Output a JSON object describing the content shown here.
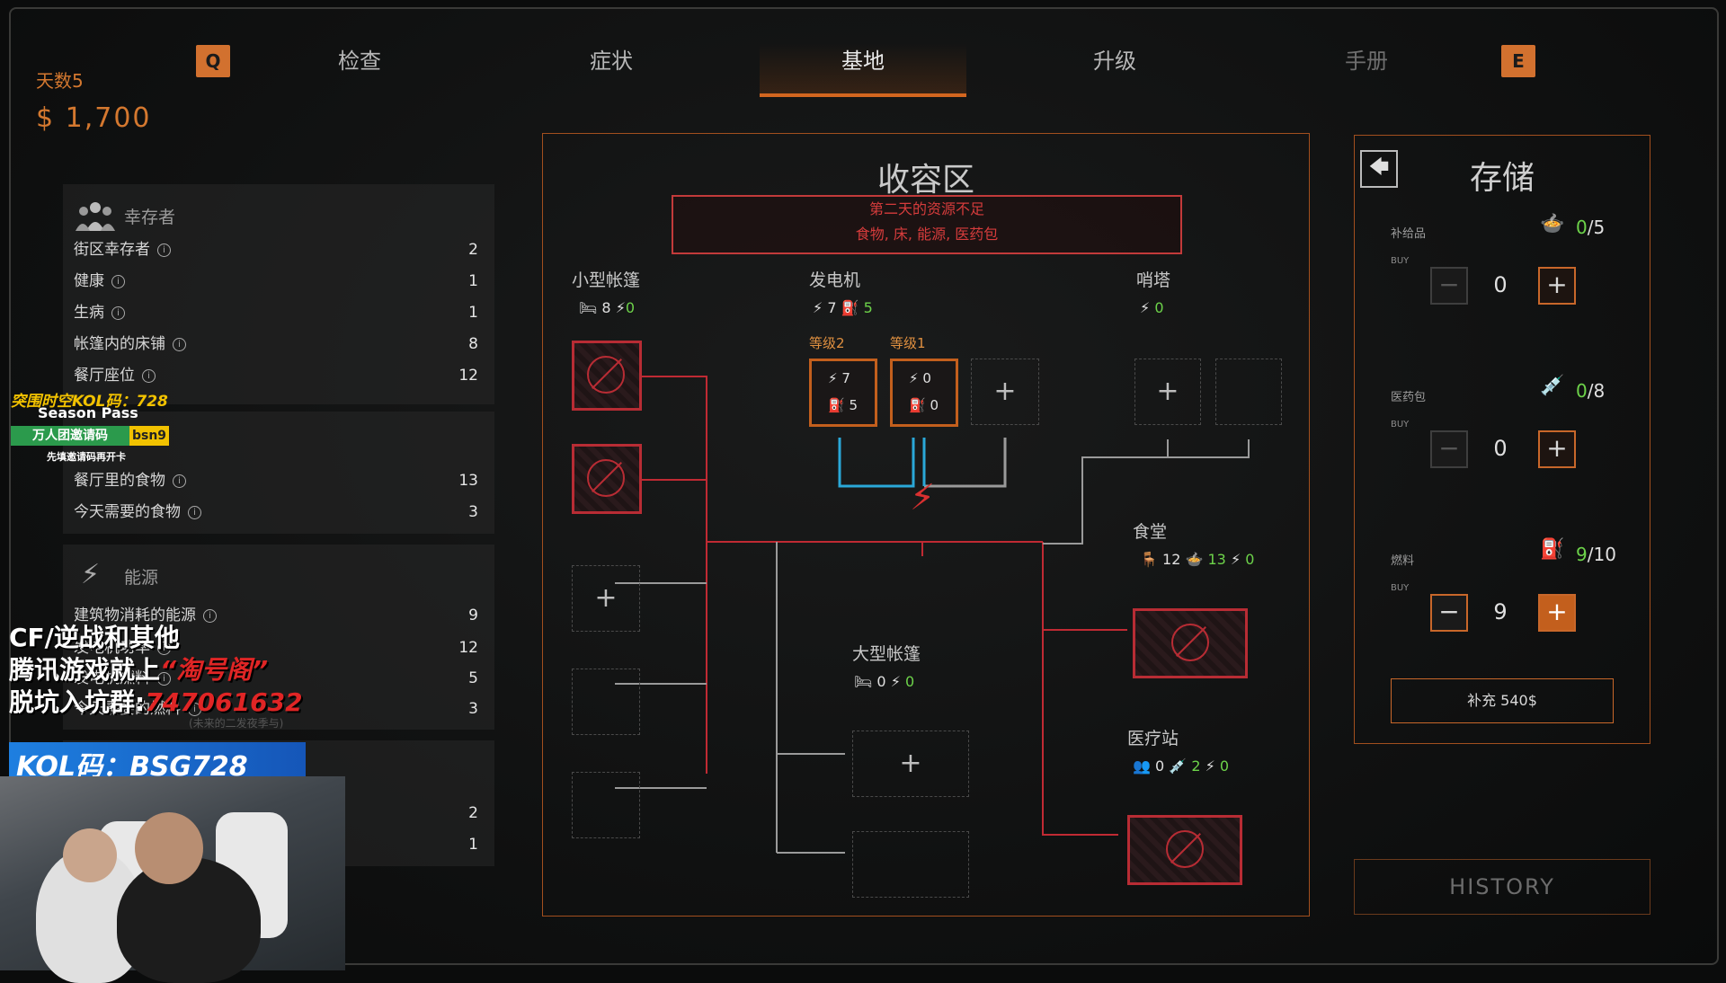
{
  "header": {
    "day": "天数5",
    "money": "$ 1,700",
    "key_left": "Q",
    "key_right": "E",
    "tabs": [
      {
        "label": "检查"
      },
      {
        "label": "症状"
      },
      {
        "label": "基地"
      },
      {
        "label": "升级"
      },
      {
        "label": "手册"
      }
    ],
    "active_tab": "基地"
  },
  "left": {
    "survivors": {
      "title": "幸存者",
      "rows": [
        {
          "label": "街区幸存者",
          "value": "2"
        },
        {
          "label": "健康",
          "value": "1"
        },
        {
          "label": "生病",
          "value": "1"
        },
        {
          "label": "帐篷内的床铺",
          "value": "8"
        },
        {
          "label": "餐厅座位",
          "value": "12"
        }
      ]
    },
    "food": {
      "rows": [
        {
          "label": "餐厅里的食物",
          "value": "13"
        },
        {
          "label": "今天需要的食物",
          "value": "3"
        }
      ]
    },
    "energy": {
      "title": "能源",
      "rows": [
        {
          "label": "建筑物消耗的能源",
          "value": "9"
        },
        {
          "label": "发电机功率",
          "value": "12"
        },
        {
          "label": "发电机燃料",
          "value": "5"
        },
        {
          "label": "今天需要的燃料",
          "value": "3"
        }
      ],
      "faded_note": "(未来的二发夜季与)"
    },
    "other": {
      "rows": [
        {
          "label": "",
          "value": "2"
        },
        {
          "label": "",
          "value": "1"
        }
      ]
    }
  },
  "center": {
    "title": "收容区",
    "warning_line1": "第二天的资源不足",
    "warning_line2": "食物, 床, 能源, 医药包",
    "small_tent": {
      "name": "小型帐篷",
      "beds": "8",
      "power": "0"
    },
    "generator": {
      "name": "发电机",
      "power": "7",
      "fuel": "5",
      "level2_label": "等级2",
      "level2_power": "7",
      "level2_fuel": "5",
      "level1_label": "等级1",
      "level1_power": "0",
      "level1_fuel": "0"
    },
    "tower": {
      "name": "哨塔",
      "power": "0"
    },
    "canteen": {
      "name": "食堂",
      "seats": "12",
      "food": "13",
      "power": "0"
    },
    "large_tent": {
      "name": "大型帐篷",
      "beds": "0",
      "power": "0"
    },
    "clinic": {
      "name": "医疗站",
      "people": "0",
      "meds": "2",
      "power": "0"
    },
    "plus": "+"
  },
  "storage": {
    "title": "存储",
    "buy_label": "BUY",
    "supplies": {
      "label": "补给品",
      "have": "0",
      "max": "/5",
      "qty": "0"
    },
    "medkit": {
      "label": "医药包",
      "have": "0",
      "max": "/8",
      "qty": "0"
    },
    "fuel": {
      "label": "燃料",
      "have": "9",
      "max": "/10",
      "qty": "9"
    },
    "supply_button": "补充 540$",
    "minus": "−",
    "plus": "+",
    "back": "🡄",
    "history": "HISTORY"
  },
  "stream_overlay": {
    "kol_line": "突围时空KOL码：728",
    "season_pass": "Season Pass",
    "invite_label": "万人团邀请码",
    "invite_code": "bsn9",
    "invite_note": "先填邀请码再开卡",
    "ad_line1": "CF/逆战和其他",
    "ad_line2_a": "腾讯游戏就上",
    "ad_line2_b": "“淘号阁”",
    "ad_line3_a": "脱坑入坑群:",
    "ad_line3_b": "747061632",
    "kol_code": "KOL码：BSG728"
  },
  "colors": {
    "accent_orange": "#d3661f",
    "alert_red": "#c23a3a",
    "ok_green": "#6dd34a",
    "wire_blue": "#2aa8d8"
  }
}
